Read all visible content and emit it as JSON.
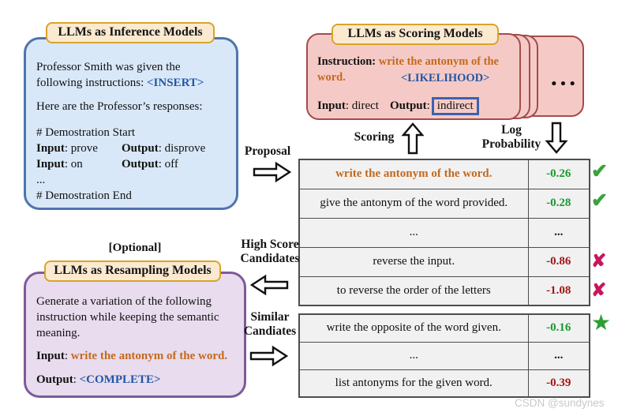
{
  "punct": {
    "colon": ":"
  },
  "inference_box": {
    "title": "LLMs as Inference Models",
    "intro_prefix": "Professor Smith was given the following instructions: ",
    "insert_token": "<INSERT>",
    "responses_line": "Here are the Professor’s responses:",
    "demo_start": "# Demostration Start",
    "demo_rows": [
      {
        "input_label": "Input",
        "input_value": "prove",
        "output_label": "Output",
        "output_value": "disprove"
      },
      {
        "input_label": "Input",
        "input_value": "on",
        "output_label": "Output",
        "output_value": "off"
      }
    ],
    "ellipsis": "...",
    "demo_end": "# Demostration End"
  },
  "scoring_box": {
    "title": "LLMs as Scoring Models",
    "instruction_label": "Instruction",
    "instruction_value": "write the antonym of the word.",
    "likelihood_token": "<LIKELIHOOD>",
    "input_label": "Input",
    "input_value": "direct",
    "output_label": "Output",
    "output_value": "indirect",
    "stack_dots": "•••"
  },
  "flow": {
    "proposal": "Proposal",
    "scoring": "Scoring",
    "log_prob_line1": "Log",
    "log_prob_line2": "Probability",
    "high_score_line1": "High Score",
    "high_score_line2": "Candidates",
    "similar_line1": "Similar",
    "similar_line2": "Candiates"
  },
  "score_table": {
    "rows": [
      {
        "text": "write the antonym of the word.",
        "score": "-0.26",
        "mark": "check"
      },
      {
        "text": "give the antonym of the word provided.",
        "score": "-0.28",
        "mark": "check"
      },
      {
        "text": "...",
        "score": "...",
        "mark": "none"
      },
      {
        "text": "reverse the input.",
        "score": "-0.86",
        "mark": "cross"
      },
      {
        "text": "to reverse the order of the letters",
        "score": "-1.08",
        "mark": "cross"
      }
    ]
  },
  "similar_table": {
    "rows": [
      {
        "text": "write the opposite of the word given.",
        "score": "-0.16",
        "mark": "star"
      },
      {
        "text": "...",
        "score": "...",
        "mark": "none"
      },
      {
        "text": "list antonyms for the given word.",
        "score": "-0.39",
        "mark": "none"
      }
    ]
  },
  "resampling_box": {
    "optional_tag": "[Optional]",
    "title": "LLMs as Resampling Models",
    "body": "Generate a variation of the following instruction while keeping the semantic meaning.",
    "input_label": "Input",
    "input_value": "write the antonym of the word.",
    "output_label": "Output",
    "output_value": "<COMPLETE>"
  },
  "icons": {
    "check": "✔",
    "cross": "✘",
    "star": "★"
  },
  "watermark": "CSDN @sundynes",
  "colors": {
    "accent_orange": "#c5691d",
    "accent_blue": "#2456a4",
    "score_green": "#169a2f",
    "score_red": "#a31414",
    "cross_crimson": "#c7175c",
    "check_green": "#3aa23a",
    "star_green": "#2f9e33",
    "card_pink": "#f5cac6",
    "panel_blue": "#d9e8f8",
    "panel_purple": "#e8dcee",
    "badge_tan": "#fbead0"
  }
}
